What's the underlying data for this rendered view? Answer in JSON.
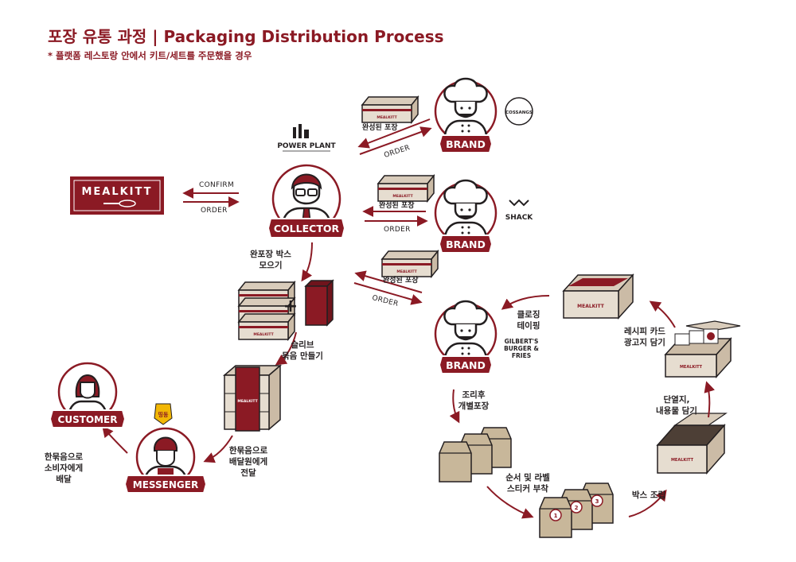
{
  "header": {
    "title": "포장 유통 과정 | Packaging Distribution Process",
    "subtitle": "* 플랫폼 레스토랑 안에서 키트/세트를  주문했을 경우"
  },
  "colors": {
    "brand": "#8b1a24",
    "box": "#e6ddd0",
    "bag": "#c8b79a",
    "ink": "#231f20"
  },
  "mealkitt": {
    "logo_text": "MEALKITT"
  },
  "arrows": {
    "confirm": "CONFIRM",
    "order": "ORDER"
  },
  "collector": {
    "label": "COLLECTOR",
    "supplier_logo": "POWER PLANT"
  },
  "brands": [
    {
      "label": "BRAND",
      "partner_logo": "COSSANGS",
      "package_label": "완성된 포장",
      "order_label": "ORDER"
    },
    {
      "label": "BRAND",
      "partner_logo": "SHACK",
      "package_label": "완성된 포장",
      "order_label": "ORDER"
    },
    {
      "label": "BRAND",
      "partner_logo": "GILBERT'S BURGER & FRIES",
      "package_label": "완성된 포장",
      "order_label": "ORDER"
    }
  ],
  "steps": {
    "collect": "완포장 박스\n모으기",
    "bundle": "슬리브\n묶음 만들기",
    "deliver_messenger": "한묶음으로\n배달원에게\n전달",
    "deliver_customer": "한묶음으로\n소비자에게\n배달",
    "closing_taping": "클로징\n테이핑",
    "recipe_card": "레시피 카드\n광고지 담기",
    "insulation": "단열지,\n내용물 담기",
    "box_assembly": "박스 조립",
    "sticker": "순서 및 라벨\n스티커 부착",
    "individual_pack": "조리후\n개별포장"
  },
  "messenger": {
    "label": "MESSENGER",
    "badge_text": "띵동"
  },
  "customer": {
    "label": "CUSTOMER"
  },
  "box_text": "MEALKITT",
  "bag_numbers": [
    "1",
    "2",
    "3"
  ]
}
